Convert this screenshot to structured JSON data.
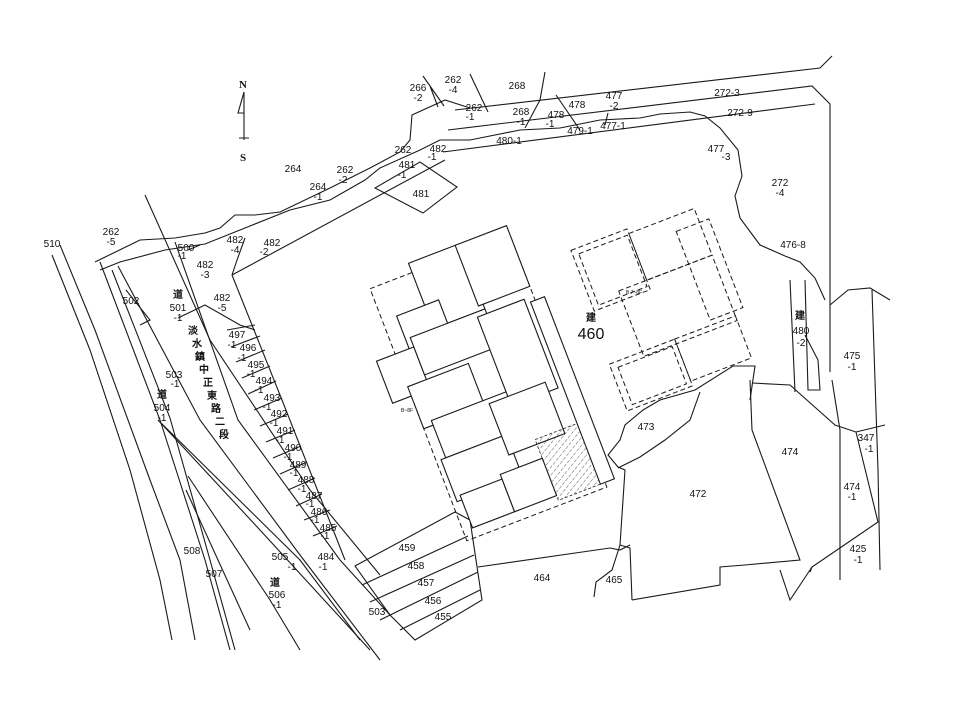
{
  "compass": {
    "north": "N",
    "south": "S"
  },
  "road_name": [
    "淡",
    "水",
    "鎮",
    "中",
    "正",
    "東",
    "路",
    "二",
    "段"
  ],
  "road_mark": "道",
  "building_mark": "建",
  "main_parcel": "460",
  "building_labels": {
    "right": "B 7~8F",
    "left": "B~8F"
  },
  "parcels": {
    "p266_2": [
      "266",
      "-2"
    ],
    "p262_4": [
      "262",
      "-4"
    ],
    "p268": "268",
    "p262_1": [
      "262",
      "-1"
    ],
    "p268_1": [
      "268",
      "-1"
    ],
    "p478": "478",
    "p477_2": [
      "477",
      "-2"
    ],
    "p272_3": "272-3",
    "p478_1": [
      "478",
      "-1"
    ],
    "p479_1": "479-1",
    "p477_1": "477-1",
    "p272_9": "272-9",
    "p480_1": "480-1",
    "p262": "262",
    "p482_1": [
      "482",
      "-1"
    ],
    "p481_1": [
      "481",
      "-1"
    ],
    "p481": "481",
    "p264": "264",
    "p262_2": [
      "262",
      "-2"
    ],
    "p264_1": [
      "264",
      "-1"
    ],
    "p477_3": [
      "477",
      "-3"
    ],
    "p272_4": [
      "272",
      "-4"
    ],
    "p476_8": "476-8",
    "p262_5": [
      "262",
      "-5"
    ],
    "p510": "510",
    "p500_1": [
      "500",
      "-1"
    ],
    "p482_4": [
      "482",
      "-4"
    ],
    "p482_2": [
      "482",
      "-2"
    ],
    "p482_3": [
      "482",
      "-3"
    ],
    "p482_5": [
      "482",
      "-5"
    ],
    "p502": "502",
    "p501_1": [
      "501",
      "-1"
    ],
    "strip": [
      "497",
      "496",
      "495",
      "494",
      "493",
      "492",
      "491",
      "490",
      "489",
      "488",
      "487",
      "486",
      "485"
    ],
    "strip_suffix": "-1",
    "p484_1": [
      "484",
      "-1"
    ],
    "p503_1": [
      "503",
      "-1"
    ],
    "p504_1": [
      "504",
      "-1"
    ],
    "p508": "508",
    "p507": "507",
    "p505_1": [
      "505",
      "-1"
    ],
    "p506_1": [
      "506",
      "-1"
    ],
    "p503": "503",
    "p459": "459",
    "p458": "458",
    "p457": "457",
    "p456": "456",
    "p455": "455",
    "p473": "473",
    "p472": "472",
    "p474": "474",
    "p465": "465",
    "p464": "464",
    "p480_2": [
      "480",
      "-2"
    ],
    "p475_1": [
      "475",
      "-1"
    ],
    "p347_1": [
      "347",
      "-1"
    ],
    "p474_1": [
      "474",
      "-1"
    ],
    "p425_1": [
      "425",
      "-1"
    ]
  }
}
